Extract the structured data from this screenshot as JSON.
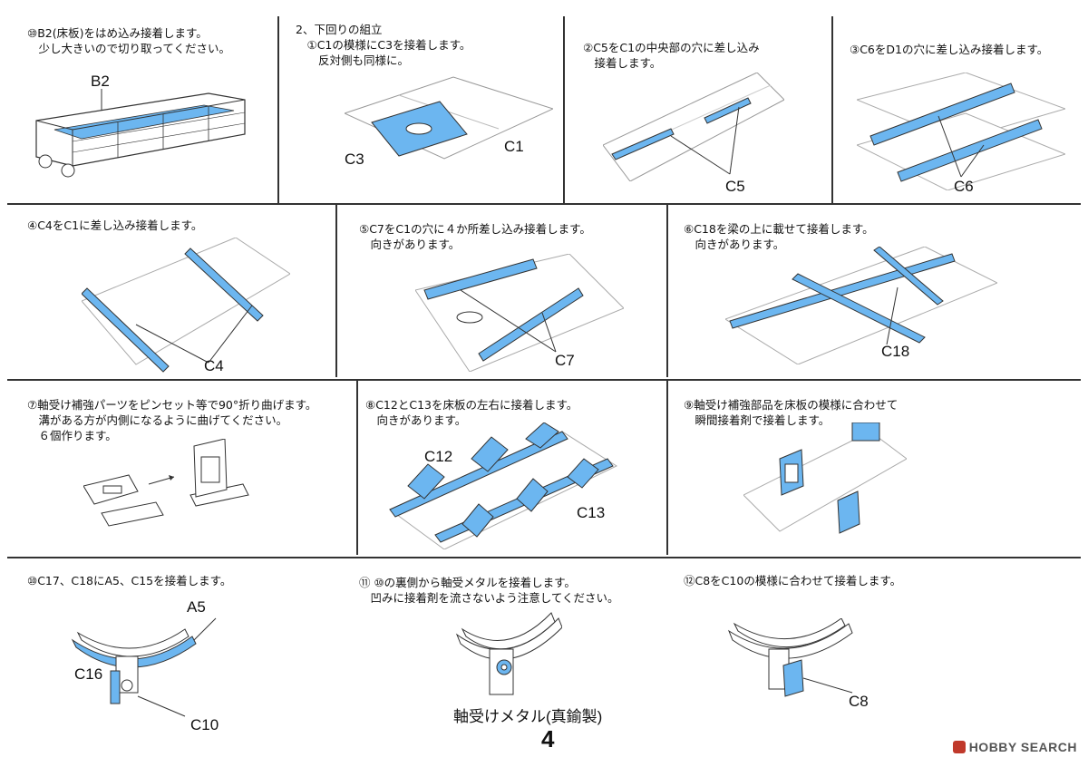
{
  "colors": {
    "part_blue": "#6cb6f0",
    "line": "#333333"
  },
  "steps": [
    {
      "id": "s1",
      "text": "⑩B2(床板)をはめ込み接着します。\n　少し大きいので切り取ってください。",
      "labels": [
        "B2"
      ]
    },
    {
      "id": "s2",
      "text": "2、下回りの組立\n　①C1の模様にC3を接着します。\n　　反対側も同様に。",
      "labels": [
        "C3",
        "C1"
      ]
    },
    {
      "id": "s3",
      "text": "②C5をC1の中央部の穴に差し込み\n　接着します。",
      "labels": [
        "C5"
      ]
    },
    {
      "id": "s4",
      "text": "③C6をD1の穴に差し込み接着します。",
      "labels": [
        "C6"
      ]
    },
    {
      "id": "s5",
      "text": "④C4をC1に差し込み接着します。",
      "labels": [
        "C4"
      ]
    },
    {
      "id": "s6",
      "text": "⑤C7をC1の穴に４か所差し込み接着します。\n　向きがあります。",
      "labels": [
        "C7"
      ]
    },
    {
      "id": "s7",
      "text": "⑥C18を梁の上に載せて接着します。\n　向きがあります。",
      "labels": [
        "C18"
      ]
    },
    {
      "id": "s8",
      "text": "⑦軸受け補強パーツをピンセット等で90°折り曲げます。\n　溝がある方が内側になるように曲げてください。\n　６個作ります。",
      "labels": []
    },
    {
      "id": "s9",
      "text": "⑧C12とC13を床板の左右に接着します。\n　向きがあります。",
      "labels": [
        "C12",
        "C13"
      ]
    },
    {
      "id": "s10",
      "text": "⑨軸受け補強部品を床板の模様に合わせて\n　瞬間接着剤で接着します。",
      "labels": []
    },
    {
      "id": "s11",
      "text": "⑩C17、C18にA5、C15を接着します。",
      "labels": [
        "A5",
        "C16",
        "C10"
      ]
    },
    {
      "id": "s12",
      "text": "⑪ ⑩の裏側から軸受メタルを接着します。\n　凹みに接着剤を流さないよう注意してください。",
      "labels": [
        "軸受けメタル(真鍮製)"
      ]
    },
    {
      "id": "s13",
      "text": "⑫C8をC10の模様に合わせて接着します。",
      "labels": [
        "C8"
      ]
    }
  ],
  "page_number": "4",
  "watermark": "HOBBY SEARCH"
}
